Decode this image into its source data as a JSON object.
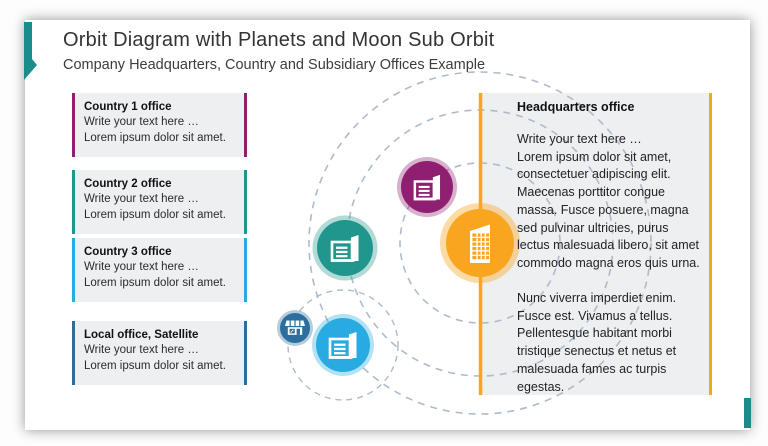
{
  "header": {
    "title": "Orbit Diagram with Planets and Moon Sub Orbit",
    "subtitle": "Company Headquarters, Country and Subsidiary Offices Example"
  },
  "left_boxes": [
    {
      "title": "Country 1 office",
      "line1": "Write your text here …",
      "line2": "Lorem ipsum dolor sit amet.",
      "accent": "#8F2071"
    },
    {
      "title": "Country 2 office",
      "line1": "Write your text here …",
      "line2": "Lorem ipsum dolor sit amet.",
      "accent": "#21968C"
    },
    {
      "title": "Country 3 office",
      "line1": "Write your text here …",
      "line2": "Lorem ipsum dolor sit amet.",
      "accent": "#29ABE2"
    },
    {
      "title": "Local office, Satellite",
      "line1": "Write your text here …",
      "line2": "Lorem ipsum dolor sit amet.",
      "accent": "#2C6E9E"
    }
  ],
  "hq_panel": {
    "title": "Headquarters office",
    "line1": "Write your text here …",
    "para1": "Lorem ipsum dolor sit amet, consectetuer adipiscing elit. Maecenas porttitor congue massa. Fusce posuere, magna sed pulvinar ultricies, purus lectus malesuada libero, sit amet commodo magna eros quis urna.",
    "para2": "Nunc viverra imperdiet enim. Fusce est. Vivamus a tellus. Pellentesque habitant morbi tristique senectus et netus et malesuada fames ac turpis egestas."
  },
  "colors": {
    "slide_accent": "#1B8C8C",
    "orbit_dash": "#AEBBCB",
    "purple": "#8F2071",
    "teal": "#21968C",
    "blue": "#29ABE2",
    "steel": "#2C6E9E",
    "orange": "#F9A51F",
    "panel_bg": "#EDEFF1",
    "box_bg": "#EDEFF0"
  },
  "diagram": {
    "orbit_count": 3,
    "sub_orbit_count": 1,
    "planets": [
      {
        "name": "headquarters",
        "icon": "tall-building-icon",
        "color": "#F9A51F"
      },
      {
        "name": "country-1",
        "icon": "office-building-icon",
        "color": "#8F2071"
      },
      {
        "name": "country-2",
        "icon": "office-building-icon",
        "color": "#21968C"
      },
      {
        "name": "country-3",
        "icon": "office-building-icon",
        "color": "#29ABE2"
      },
      {
        "name": "local-satellite",
        "icon": "storefront-icon",
        "color": "#2C6E9E"
      }
    ]
  }
}
